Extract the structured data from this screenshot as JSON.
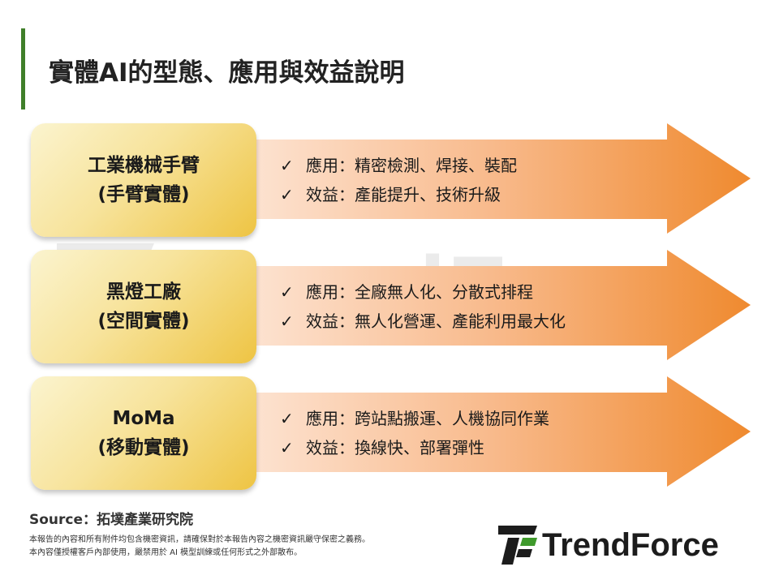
{
  "title": "實體AI的型態、應用與效益說明",
  "watermark": "TrendForce",
  "rows": [
    {
      "name_line1": "工業機械手臂",
      "name_line2": "(手臂實體)",
      "items": [
        "應用：精密檢測、焊接、裝配",
        "效益：產能提升、技術升級"
      ]
    },
    {
      "name_line1": "黑燈工廠",
      "name_line2": "(空間實體)",
      "items": [
        "應用：全廠無人化、分散式排程",
        "效益：無人化營運、產能利用最大化"
      ]
    },
    {
      "name_line1": "MoMa",
      "name_line2": "(移動實體)",
      "items": [
        "應用：跨站點搬運、人機協同作業",
        "效益：換線快、部署彈性"
      ]
    }
  ],
  "check_mark": "✓",
  "source": "Source：拓墣產業研究院",
  "notice": [
    "本報告的內容和所有附件均包含機密資訊，請確保對於本報告內容之機密資訊嚴守保密之義務。",
    "本內容僅授權客戶內部使用，嚴禁用於 AI 模型訓練或任何形式之外部散布。"
  ],
  "logo": {
    "text": "TrendForce",
    "icon": "trendforce-logo-icon"
  },
  "colors": {
    "accent_green": "#3f7f2a",
    "arrow_start": "#fde4d3",
    "arrow_end": "#ef8a2f",
    "box_light": "#fbf4cf",
    "box_dark": "#eec443"
  }
}
